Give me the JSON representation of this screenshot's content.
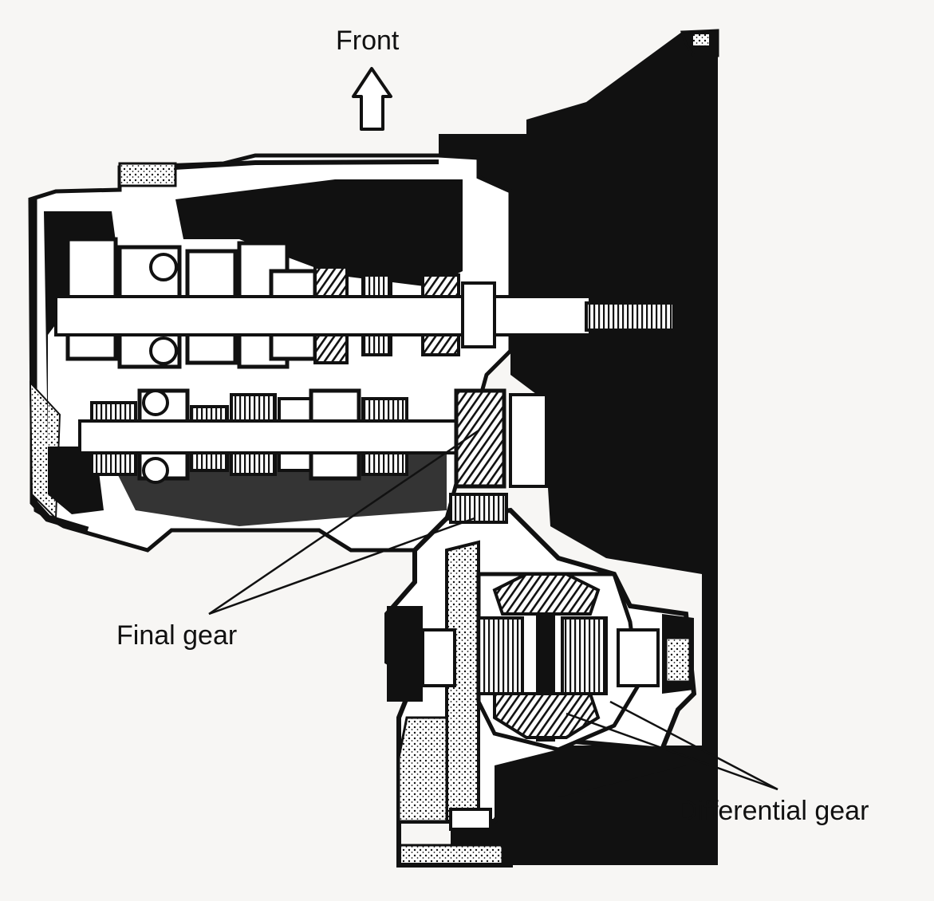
{
  "labels": {
    "front": "Front",
    "final_gear": "Final gear",
    "differential_gear": "Differential gear"
  },
  "colors": {
    "ink": "#111111",
    "paper": "#f7f6f4",
    "metal": "#ffffff"
  }
}
